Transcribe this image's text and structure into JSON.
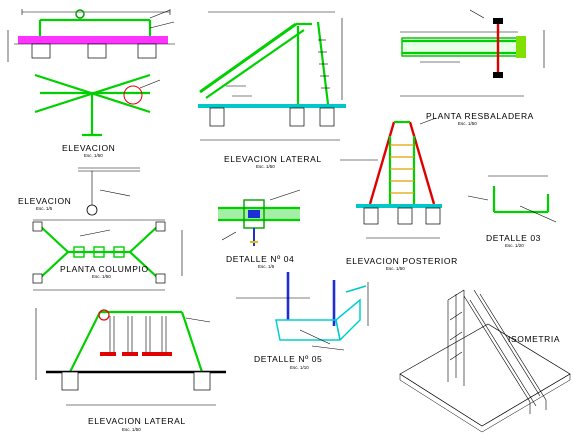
{
  "drawing": {
    "views": [
      {
        "id": "elevacion",
        "title": "ELEVACION",
        "scale": "Esc. 1/50"
      },
      {
        "id": "elevacion_detail",
        "title": "ELEVACION",
        "scale": "Esc. 1/5"
      },
      {
        "id": "planta_columpio",
        "title": "PLANTA COLUMPIO",
        "scale": "Esc. 1/50"
      },
      {
        "id": "elevacion_lateral_columpio",
        "title": "ELEVACION LATERAL",
        "scale": "Esc. 1/50"
      },
      {
        "id": "elevacion_lateral_resbaladera",
        "title": "ELEVACION LATERAL",
        "scale": "Esc. 1/50"
      },
      {
        "id": "detalle_04",
        "title": "DETALLE Nº 04",
        "scale": "Esc. 1/5"
      },
      {
        "id": "detalle_05",
        "title": "DETALLE Nº 05",
        "scale": "Esc. 1/10"
      },
      {
        "id": "planta_resbaladera",
        "title": "PLANTA RESBALADERA",
        "scale": "Esc. 1/50"
      },
      {
        "id": "elevacion_posterior",
        "title": "ELEVACION POSTERIOR",
        "scale": "Esc. 1/50"
      },
      {
        "id": "detalle_03",
        "title": "DETALLE 03",
        "scale": "Esc. 1/20"
      },
      {
        "id": "isometria",
        "title": "ISOMETRIA",
        "scale": ""
      }
    ],
    "colors": {
      "pipe_green": "#00d000",
      "pipe_red": "#e00000",
      "pipe_blue": "#1c2fd6",
      "slab_magenta": "#ff33ff",
      "line": "#000000",
      "background": "#ffffff"
    }
  }
}
